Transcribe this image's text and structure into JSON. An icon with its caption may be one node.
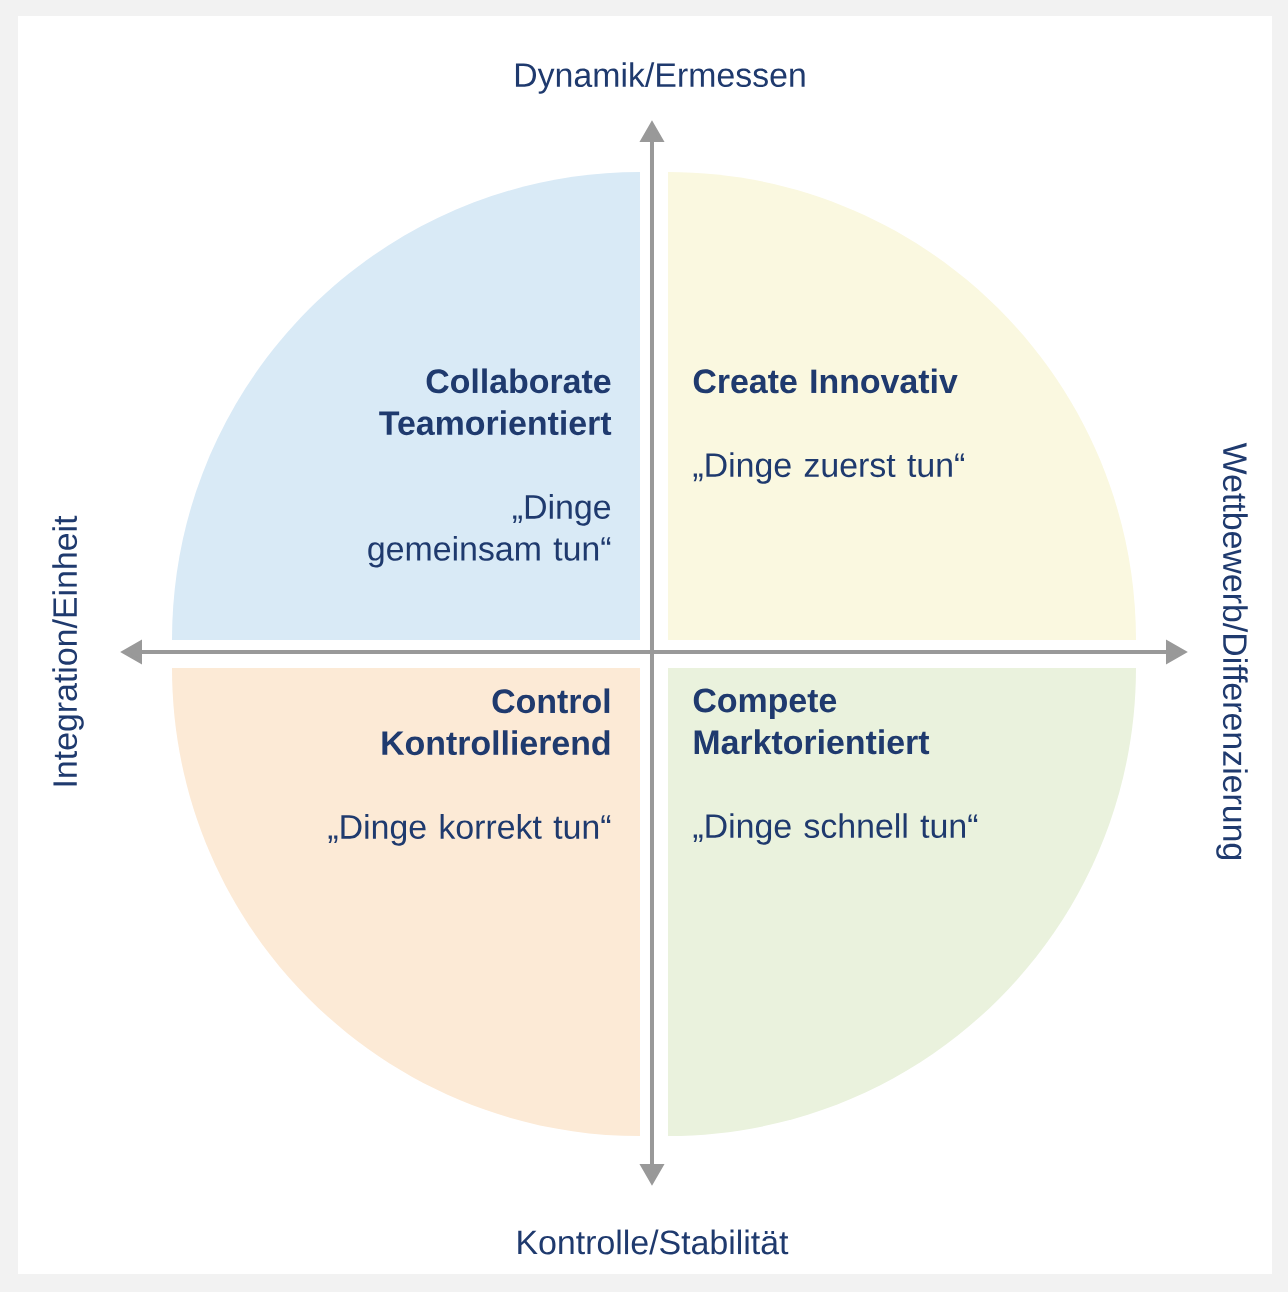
{
  "diagram": {
    "nodes": [
      {
        "text": [
          "Collaborate Teamorientiert",
          "„Dinge gemeinsam tun“"
        ]
      },
      {
        "text": [
          "Create Innovativ",
          "„Dinge zuerst tun“"
        ]
      },
      {
        "text": [
          "Control Kontrollierend",
          "„Dinge korrekt tun“"
        ]
      },
      {
        "text": [
          "Compete Marktorientiert",
          "„Dinge schnell tun“"
        ]
      }
    ],
    "edges": [],
    "labels": [
      "Dynamik/Ermessen",
      "Integration/Einheit",
      "Wettbewerb/Differenzierung",
      "Kontrolle/Stabilität"
    ]
  }
}
